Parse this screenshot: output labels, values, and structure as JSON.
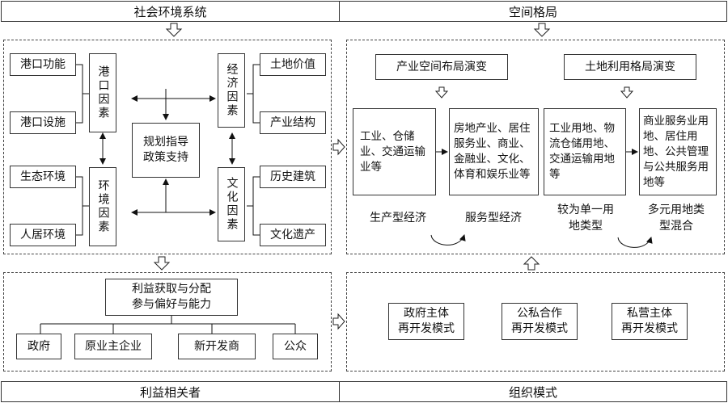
{
  "headers": {
    "top_left": "社会环境系统",
    "top_right": "空间格局",
    "bottom_left": "利益相关者",
    "bottom_right": "组织模式"
  },
  "social": {
    "port_function": "港口功能",
    "port_facilities": "港口设施",
    "port_factor": "港口因素",
    "eco_env": "生态环境",
    "living_env": "人居环境",
    "env_factor": "环境因素",
    "planning": "规划指导政策支持",
    "econ_factor": "经济因素",
    "culture_factor": "文化因素",
    "land_value": "土地价值",
    "industry_structure": "产业结构",
    "historic_buildings": "历史建筑",
    "cultural_heritage": "文化遗产"
  },
  "spatial": {
    "industry_evolution": "产业空间布局演变",
    "land_use_evolution": "土地利用格局演变",
    "production_box": "工业、仓储业、交通运输业等",
    "service_box": "房地产业、居住服务业、商业、金融业、文化、体育和娱乐业等",
    "industrial_land_box": "工业用地、物流仓储用地、交通运输用地等",
    "commercial_land_box": "商业服务业用地、居住用地、公共管理与公共服务用地等",
    "production_economy": "生产型经济",
    "service_economy": "服务型经济",
    "single_land": "较为单一用地类型",
    "mixed_land": "多元用地类型混合"
  },
  "stakeholders": {
    "interest_line1": "利益获取与分配",
    "interest_line2": "参与偏好与能力",
    "government": "政府",
    "original_owner": "原业主企业",
    "developer": "新开发商",
    "public": "公众"
  },
  "organization": {
    "gov_led_line1": "政府主体",
    "gov_led_line2": "再开发模式",
    "ppp_line1": "公私合作",
    "ppp_line2": "再开发模式",
    "private_line1": "私营主体",
    "private_line2": "再开发模式"
  }
}
